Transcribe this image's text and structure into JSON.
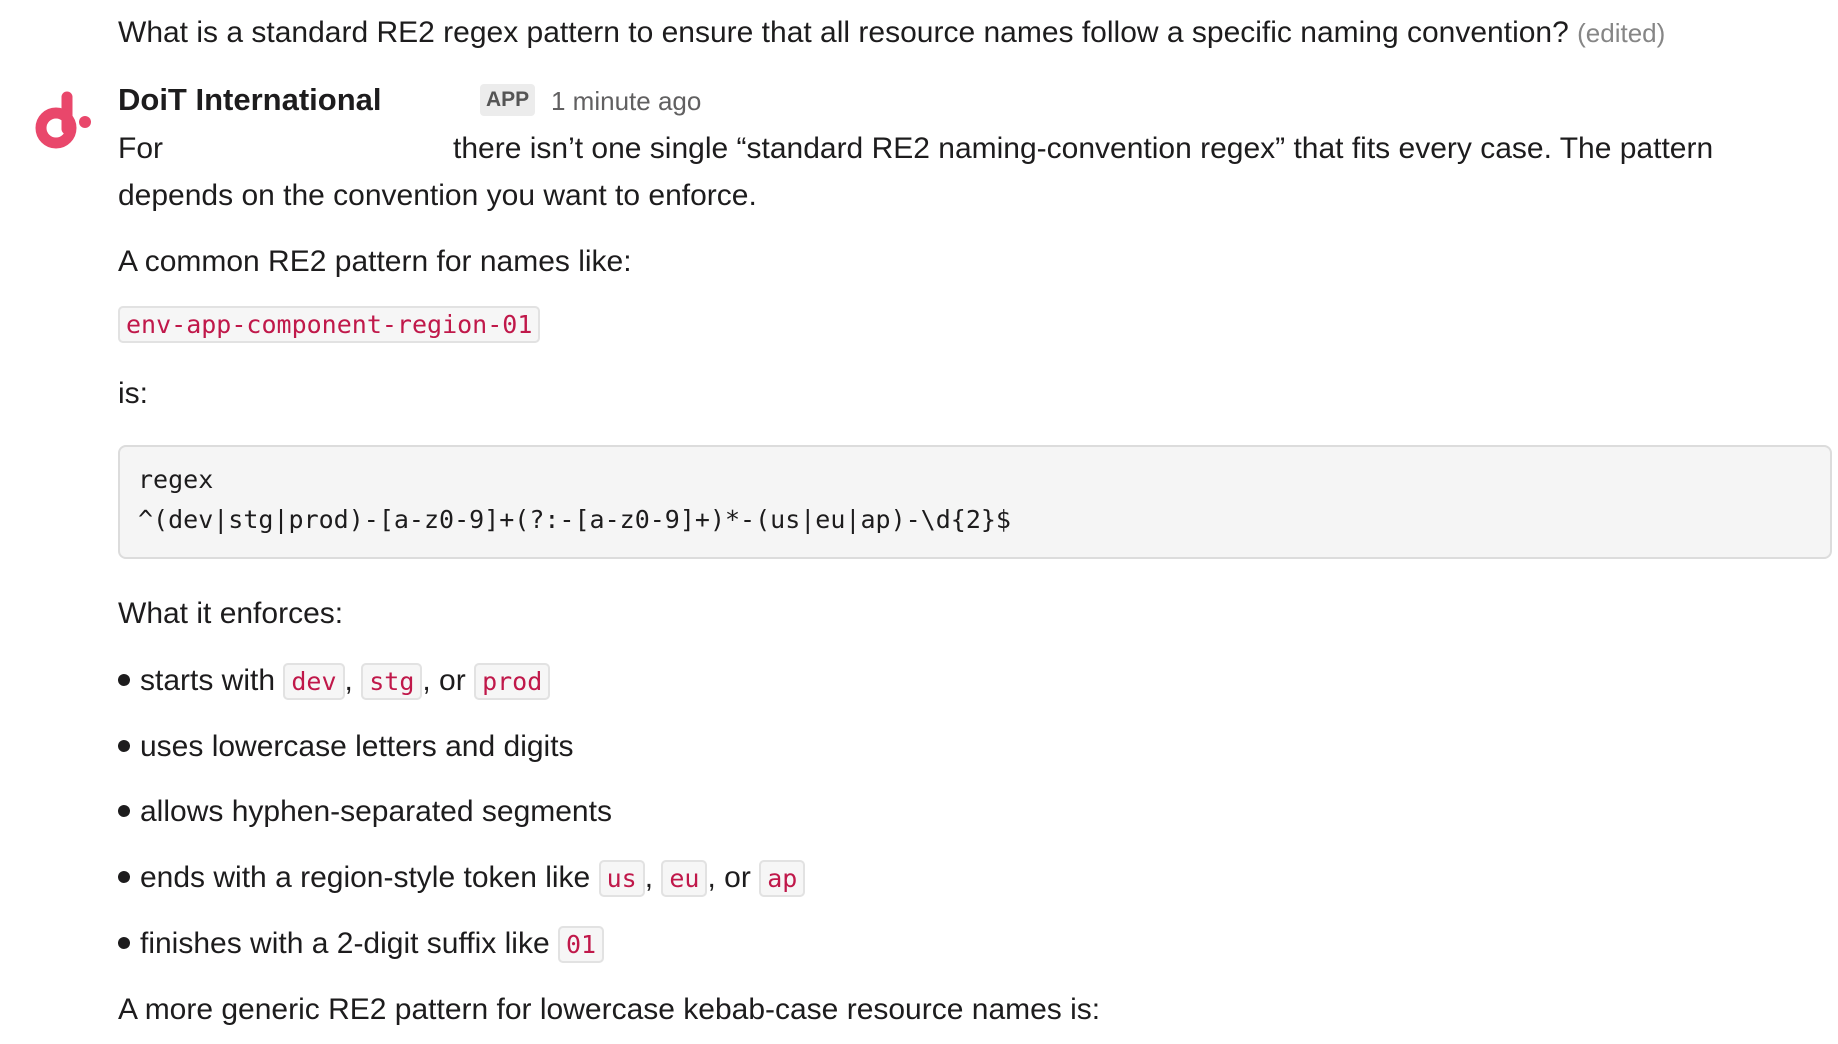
{
  "previous_message": {
    "text": "What is a standard RE2 regex pattern to ensure that all resource names follow a specific naming convention?",
    "edited_label": "(edited)"
  },
  "reply": {
    "sender": "DoiT International",
    "badge": "APP",
    "timestamp": "1 minute ago",
    "avatar_icon": "doit-logo-icon",
    "accent_color": "#e9476b",
    "intro_prefix": "For",
    "intro_line1_rest": "there isn’t one single “standard RE2 naming-convention regex” that fits every case. The pattern",
    "intro_line2": "depends on the convention you want to enforce.",
    "common_label": "A common RE2 pattern for names like:",
    "example_name": "env-app-component-region-01",
    "is_label": "is:",
    "code_block": {
      "language": "regex",
      "pattern": "^(dev|stg|prod)-[a-z0-9]+(?:-[a-z0-9]+)*-(us|eu|ap)-\\d{2}$"
    },
    "enforces_label": "What it enforces:",
    "bullets": {
      "b1": {
        "text": "starts with",
        "codes": [
          "dev",
          "stg",
          "prod"
        ],
        "sep1": ",",
        "sep2": ", or"
      },
      "b2": {
        "text": "uses lowercase letters and digits"
      },
      "b3": {
        "text": "allows hyphen-separated segments"
      },
      "b4": {
        "text": "ends with a region-style token like",
        "codes": [
          "us",
          "eu",
          "ap"
        ],
        "sep1": ",",
        "sep2": ", or"
      },
      "b5": {
        "text": "finishes with a 2-digit suffix like",
        "codes": [
          "01"
        ]
      }
    },
    "generic_label": "A more generic RE2 pattern for lowercase kebab-case resource names is:"
  }
}
